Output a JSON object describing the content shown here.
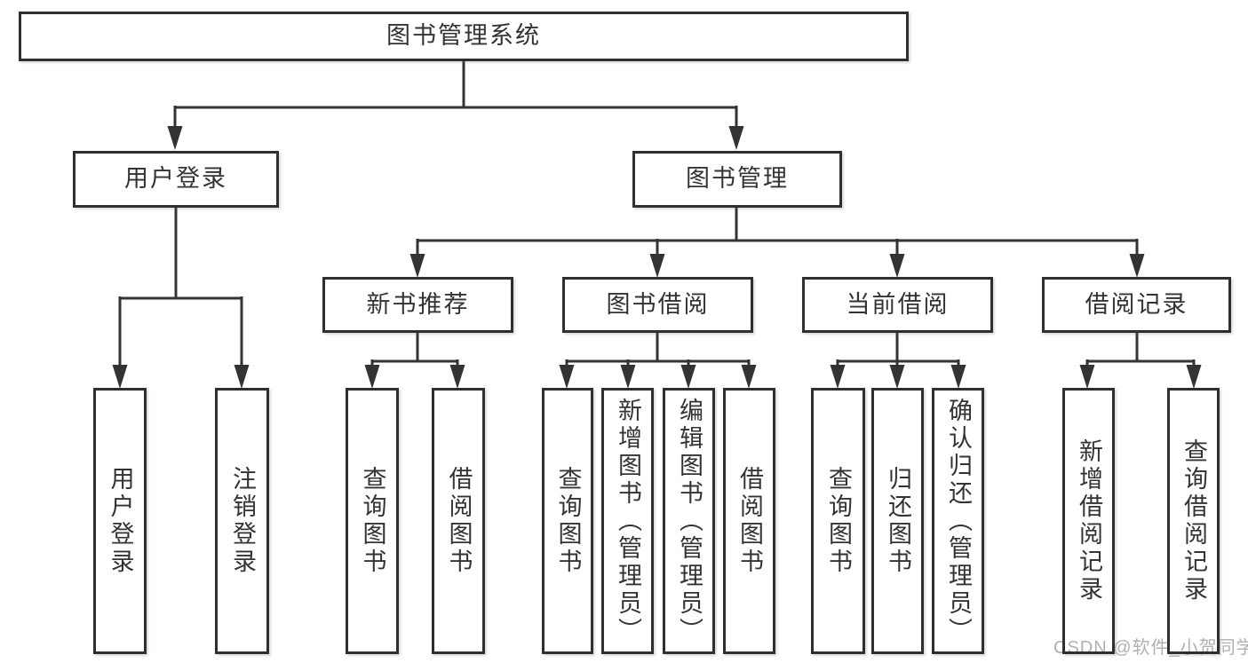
{
  "diagram": {
    "root": "图书管理系统",
    "level2": [
      "用户登录",
      "图书管理"
    ],
    "level3": [
      "新书推荐",
      "图书借阅",
      "当前借阅",
      "借阅记录"
    ],
    "leaves": {
      "user_login": [
        "用户登录",
        "注销登录"
      ],
      "new_book_rec": [
        "查询图书",
        "借阅图书"
      ],
      "book_borrow": [
        "查询图书",
        "新增图书（管理员）",
        "编辑图书（管理员）",
        "借阅图书"
      ],
      "current_borrow": [
        "查询图书",
        "归还图书",
        "确认归还（管理员）"
      ],
      "borrow_records": [
        "新增借阅记录",
        "查询借阅记录"
      ]
    },
    "watermark": "CSDN @软件_小贺同学",
    "colors": {
      "line": "#333333",
      "text": "#333333",
      "watermark": "#b0b0b0",
      "background": "#ffffff"
    }
  }
}
